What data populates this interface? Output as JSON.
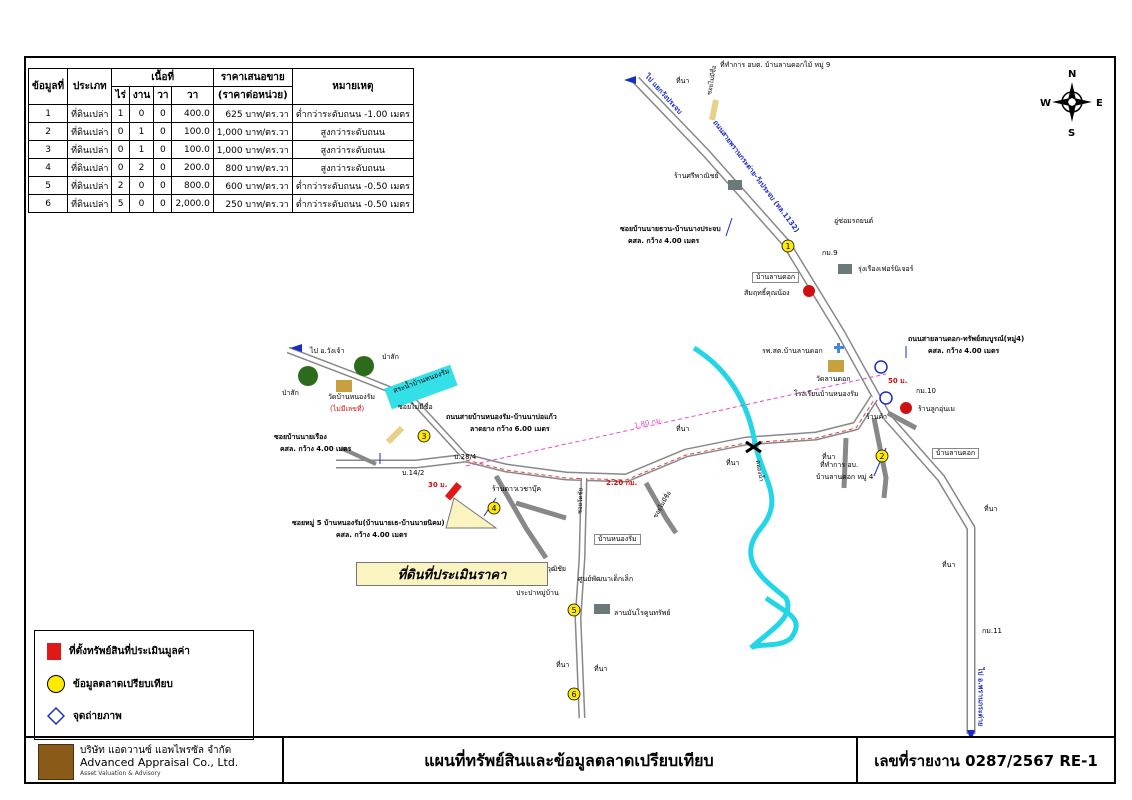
{
  "table": {
    "headers": {
      "no": "ข้อมูลที่",
      "type": "ประเภท",
      "area_group": "เนื้อที่",
      "rai": "ไร่",
      "ngan": "งาน",
      "wa": "วา",
      "area_wa": "วา",
      "price_group": "ราคาเสนอขาย",
      "price_unit": "(ราคาต่อหน่วย)",
      "remark": "หมายเหตุ"
    },
    "rows": [
      {
        "no": "1",
        "type": "ที่ดินเปล่า",
        "rai": "1",
        "ngan": "0",
        "wa": "0",
        "area": "400.0",
        "price": "625 บาท/ตร.วา",
        "remark": "ต่ำกว่าระดับถนน -1.00 เมตร"
      },
      {
        "no": "2",
        "type": "ที่ดินเปล่า",
        "rai": "0",
        "ngan": "1",
        "wa": "0",
        "area": "100.0",
        "price": "1,000 บาท/ตร.วา",
        "remark": "สูงกว่าระดับถนน"
      },
      {
        "no": "3",
        "type": "ที่ดินเปล่า",
        "rai": "0",
        "ngan": "1",
        "wa": "0",
        "area": "100.0",
        "price": "1,000 บาท/ตร.วา",
        "remark": "สูงกว่าระดับถนน"
      },
      {
        "no": "4",
        "type": "ที่ดินเปล่า",
        "rai": "0",
        "ngan": "2",
        "wa": "0",
        "area": "200.0",
        "price": "800 บาท/ตร.วา",
        "remark": "สูงกว่าระดับถนน"
      },
      {
        "no": "5",
        "type": "ที่ดินเปล่า",
        "rai": "2",
        "ngan": "0",
        "wa": "0",
        "area": "800.0",
        "price": "600 บาท/ตร.วา",
        "remark": "ต่ำกว่าระดับถนน -0.50 เมตร"
      },
      {
        "no": "6",
        "type": "ที่ดินเปล่า",
        "rai": "5",
        "ngan": "0",
        "wa": "0",
        "area": "2,000.0",
        "price": "250 บาท/ตร.วา",
        "remark": "ต่ำกว่าระดับถนน -0.50 เมตร"
      }
    ]
  },
  "compass": {
    "n": "N",
    "s": "S",
    "e": "E",
    "w": "W"
  },
  "map_labels": {
    "to_roi_et": "ไป แยกวังประจบ",
    "main_highway": "ถนนสายพรานกระต่าย-วังประจบ (ทล.1132)",
    "soi_north": "ซอยไม่มีชื่อ",
    "head_office": "ที่ทำการ อบต. บ้านลานดอกไม้ หมู่ 9",
    "field_n": "ที่นา",
    "shop_sriphanich": "ร้านศรีพาณิชย์",
    "soi_ban_narapa": "ซอยบ้านนายธวน-บ้านนางประจบ",
    "soi_ban_narapa_spec": "คสล. กว้าง 4.00 เมตร",
    "garage": "อู่ซ่อมรถยนต์",
    "km9": "กม.9",
    "furniture": "รุ่งเรืองเฟอร์นิเจอร์",
    "ban_lan_dok": "บ้านลานดอก",
    "shrine": "สัมฤทธิ์คุณน้อง",
    "road_lan_sak": "ถนนสายลานดอก-ทรัพย์สมบูรณ์(หมู่4)",
    "road_lan_sak_spec": "คสล. กว้าง 4.00 เมตร",
    "hospital": "รพ.สต.บ้านลานดอก",
    "temple_lan": "วัดลานดอก",
    "school": "โรงเรียนบ้านหนองรัม",
    "dist_50": "50 ม.",
    "km10": "กม.10",
    "shop_ku": "ร้านลูกอุ่นเม",
    "shop_lan": "ร้านค้า",
    "ban_lan_sok2": "บ้านลานดอก",
    "office_ban_lan": "ที่ทำการ อบ.",
    "office_ban_lan2": "บ้านลานดอก หมู่ 4",
    "to_wang_chao": "ไป อ.วังเจ้า",
    "field_a": "ป่าสัก",
    "field_b": "ป่าสัก",
    "temple_nong_ram": "วัดบ้านหนองรัม",
    "temple_note": "(ไม่มีเลขที่)",
    "reservoir": "สระน้ำบ้านหนองรัม",
    "soi_noname": "ซอยไม่มีชื่อ",
    "road_nong_ram": "ถนนสายบ้านหนองรัม-บ้านนาบ่อแก้ว",
    "road_nong_ram_spec": "ลาดยาง กว้าง 6.00 เมตร",
    "soi_nayrueang": "ซอยบ้านนายเรือง",
    "soi_nayrueang_spec": "คสล. กว้าง 4.00 เมตร",
    "dist_180": "1.80 กม.",
    "dist_220": "2.20 กม.",
    "dist_30": "30 ม.",
    "house_14": "บ.14/2",
    "house_28": "บ.28/4",
    "shop_boon": "ร้านดาวเวชาบุ๊ค",
    "soi_nong_ram5": "ซอยหมู่ 5 บ้านหนองรัม(บ้านนายเธ-บ้านนายนิคม)",
    "soi_nong_ram5_spec": "คสล. กว้าง 4.00 เมตร",
    "ban_nong_ram": "บ้านหนองรัม",
    "soi_nomane2": "ซอยไม่มีชื่อ",
    "canal": "คลองน้ำ",
    "field_c": "ที่นา",
    "field_d": "ที่นา",
    "field_e": "ที่นา",
    "field_f": "ที่นา",
    "field_g": "ที่นา",
    "field_h": "ที่นา",
    "field_i": "ที่นา",
    "camp": "ค่าย ร.วุฒิชัย",
    "center": "ศูนย์พัฒนาเด็กเล็ก",
    "water": "ประปาหมู่บ้าน",
    "barn": "ลานมันโรคูนทรัพย์",
    "km11": "กม.11",
    "to_phran": "ไป อ.พรานกระต่าย",
    "soi_wat": "ซอยวัดชัย"
  },
  "subject_label": "ที่ดินที่ประเมินราคา",
  "legend": {
    "subject": "ที่ตั้งทรัพย์สินที่ประเมินมูลค่า",
    "comparable": "ข้อมูลตลาดเปรียบเทียบ",
    "photo": "จุดถ่ายภาพ"
  },
  "markers": [
    "1",
    "2",
    "3",
    "4",
    "5",
    "6"
  ],
  "footer": {
    "company_th": "บริษัท แอดวานซ์ แอพไพรซัล จำกัด",
    "company_en": "Advanced Appraisal Co., Ltd.",
    "company_tag": "Asset Valuation & Advisory",
    "title": "แผนที่ทรัพย์สินและข้อมูลตลาดเปรียบเทียบ",
    "report_no": "เลขที่รายงาน 0287/2567 RE-1"
  },
  "colors": {
    "road": "#8a8a8a",
    "river": "#22d6e6",
    "reservoir": "#33e0e8",
    "subject": "#e01818",
    "marker": "#ffea00",
    "callout": "#fbf3c0",
    "dashed": "#ee44cc"
  }
}
